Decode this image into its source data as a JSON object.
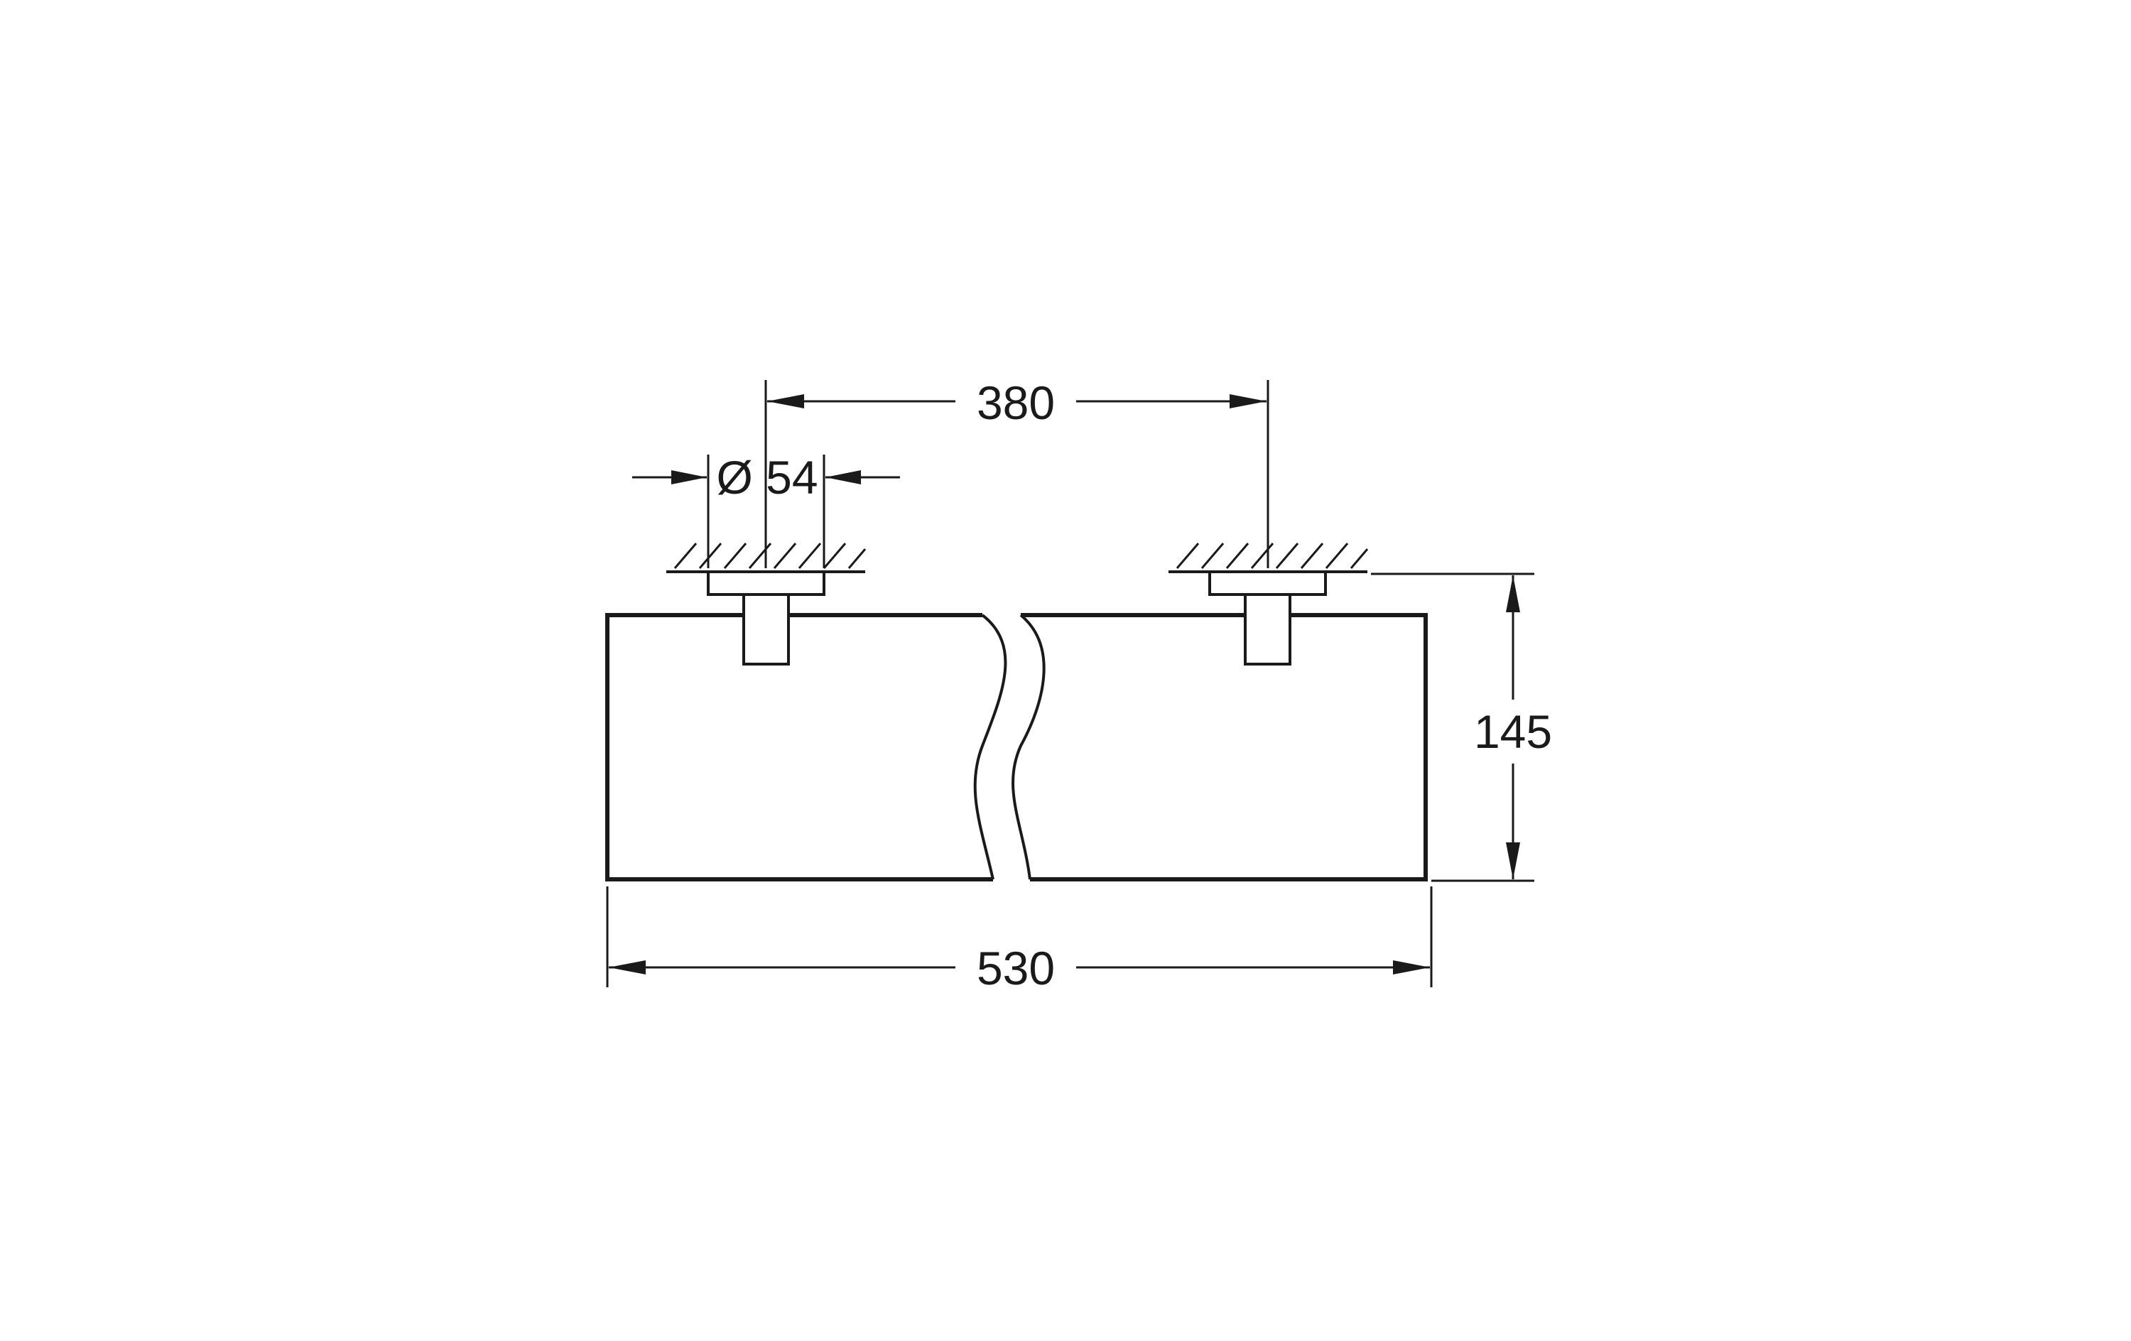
{
  "drawing": {
    "dimensions": {
      "mount_spacing": "380",
      "rosette_diameter": "Ø 54",
      "height": "145",
      "overall_length": "530"
    },
    "colors": {
      "line": "#1a1a1a",
      "background": "#ffffff"
    }
  }
}
